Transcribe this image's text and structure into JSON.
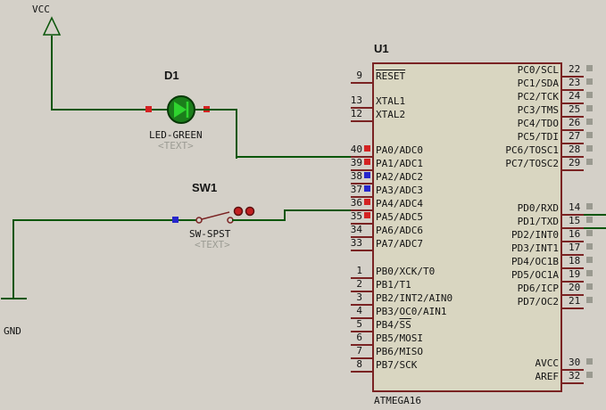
{
  "colors": {
    "bg": "#d4d0c8",
    "wire": "#0a560a",
    "outline": "#7a2323",
    "chip_fill": "#d9d6c1",
    "text": "#141414",
    "ghost": "#9c9c94",
    "state_red": "#d42222",
    "state_blue": "#2626cc",
    "state_gray": "#9a9a90",
    "led_fill": "#1b7e1b",
    "led_ring": "#073807",
    "led_arrow": "#2fd42f",
    "actuator": "#c22020",
    "actuator_ring": "#5c1010"
  },
  "power": {
    "vcc_label": "VCC",
    "gnd_label": "GND"
  },
  "led": {
    "ref": "D1",
    "part": "LED-GREEN",
    "text_placeholder": "<TEXT>"
  },
  "switch": {
    "ref": "SW1",
    "part": "SW-SPST",
    "text_placeholder": "<TEXT>"
  },
  "chip": {
    "ref": "U1",
    "part": "ATMEGA16",
    "left_pins": [
      {
        "num": "9",
        "ov": "RESET",
        "state": ""
      },
      {
        "num": "13",
        "label": "XTAL1"
      },
      {
        "num": "12",
        "label": "XTAL2"
      },
      {
        "num": "40",
        "label": "PA0/ADC0",
        "state": "red"
      },
      {
        "num": "39",
        "label": "PA1/ADC1",
        "state": "red"
      },
      {
        "num": "38",
        "label": "PA2/ADC2",
        "state": "blue"
      },
      {
        "num": "37",
        "label": "PA3/ADC3",
        "state": "blue"
      },
      {
        "num": "36",
        "label": "PA4/ADC4",
        "state": "red"
      },
      {
        "num": "35",
        "label": "PA5/ADC5",
        "state": "red"
      },
      {
        "num": "34",
        "label": "PA6/ADC6"
      },
      {
        "num": "33",
        "label": "PA7/ADC7"
      },
      {
        "num": "1",
        "label": "PB0/XCK/T0"
      },
      {
        "num": "2",
        "label": "PB1/T1"
      },
      {
        "num": "3",
        "label": "PB2/INT2/AIN0"
      },
      {
        "num": "4",
        "label": "PB3/OC0/AIN1"
      },
      {
        "num": "5",
        "pre": "PB4/",
        "ov": "SS"
      },
      {
        "num": "6",
        "label": "PB5/MOSI"
      },
      {
        "num": "7",
        "label": "PB6/MISO"
      },
      {
        "num": "8",
        "label": "PB7/SCK"
      }
    ],
    "right_pins": [
      {
        "num": "22",
        "label": "PC0/SCL",
        "state": "gray"
      },
      {
        "num": "23",
        "label": "PC1/SDA",
        "state": "gray"
      },
      {
        "num": "24",
        "label": "PC2/TCK",
        "state": "gray"
      },
      {
        "num": "25",
        "label": "PC3/TMS",
        "state": "gray"
      },
      {
        "num": "26",
        "label": "PC4/TDO",
        "state": "gray"
      },
      {
        "num": "27",
        "label": "PC5/TDI",
        "state": "gray"
      },
      {
        "num": "28",
        "label": "PC6/TOSC1",
        "state": "gray"
      },
      {
        "num": "29",
        "label": "PC7/TOSC2",
        "state": "gray"
      },
      {
        "num": "14",
        "label": "PD0/RXD",
        "state": "gray",
        "wire": true
      },
      {
        "num": "15",
        "label": "PD1/TXD",
        "state": "gray",
        "wire": true
      },
      {
        "num": "16",
        "label": "PD2/INT0",
        "state": "gray"
      },
      {
        "num": "17",
        "label": "PD3/INT1",
        "state": "gray"
      },
      {
        "num": "18",
        "label": "PD4/OC1B",
        "state": "gray"
      },
      {
        "num": "19",
        "label": "PD5/OC1A",
        "state": "gray"
      },
      {
        "num": "20",
        "label": "PD6/ICP",
        "state": "gray"
      },
      {
        "num": "21",
        "label": "PD7/OC2",
        "state": "gray"
      },
      {
        "num": "30",
        "label": "AVCC",
        "state": "gray"
      },
      {
        "num": "32",
        "label": "AREF",
        "state": "gray"
      }
    ]
  }
}
